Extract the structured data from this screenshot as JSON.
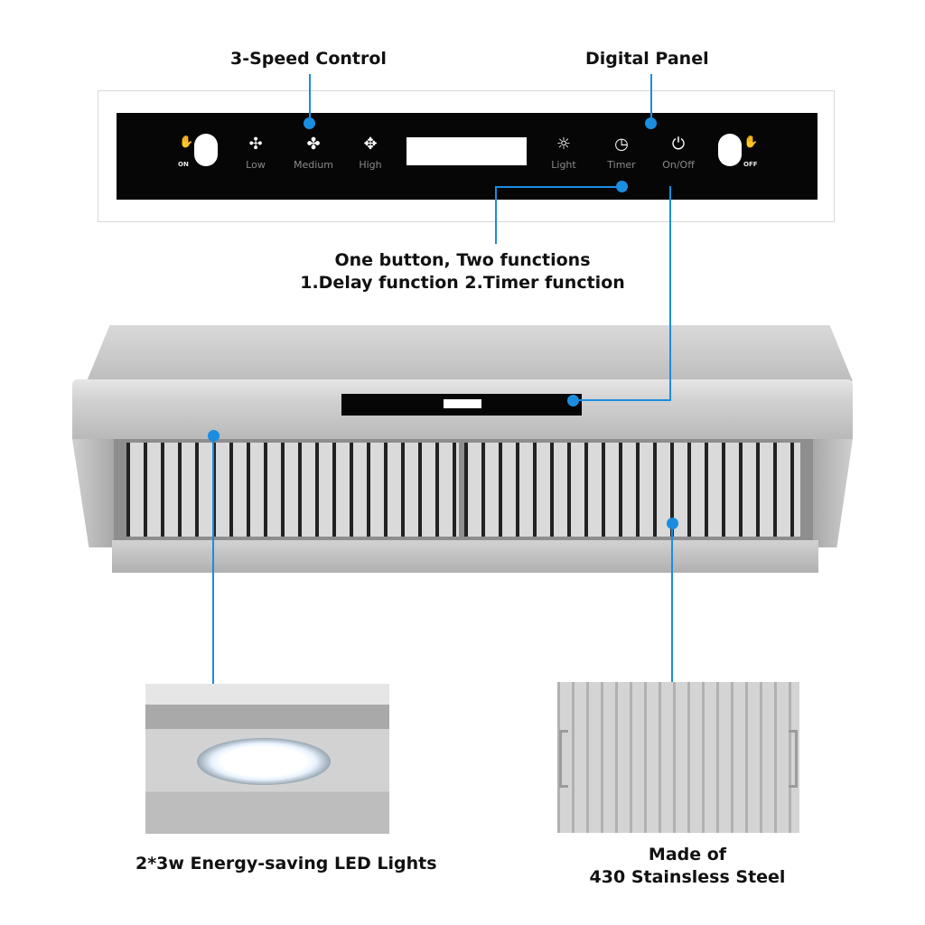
{
  "callouts": {
    "speed_control": "3-Speed  Control",
    "digital_panel": "Digital Panel",
    "one_button_line1": "One button, Two functions",
    "one_button_line2": "1.Delay function 2.Timer function",
    "led_lights": "2*3w Energy-saving LED Lights",
    "steel_line1": "Made of",
    "steel_line2": "430 Stainsless Steel"
  },
  "panel": {
    "on_label": "ON",
    "off_label": "OFF",
    "buttons": [
      {
        "label": "Low",
        "icon": "fan-low-icon"
      },
      {
        "label": "Medium",
        "icon": "fan-medium-icon"
      },
      {
        "label": "High",
        "icon": "fan-high-icon"
      },
      {
        "label": "Light",
        "icon": "light-icon"
      },
      {
        "label": "Timer",
        "icon": "timer-icon"
      },
      {
        "label": "On/Off",
        "icon": "power-icon"
      }
    ]
  },
  "colors": {
    "accent": "#1a8de0",
    "panel": "#060606",
    "steel": "#c9c9c9"
  }
}
